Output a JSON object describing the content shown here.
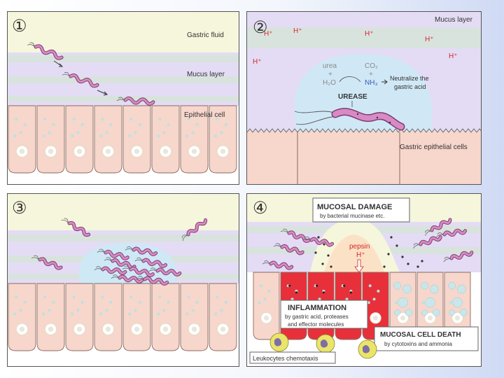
{
  "panel1": {
    "number": "①",
    "gastric_fluid": "Gastric fluid",
    "mucus_layer": "Mucus layer",
    "epithelial_cell": "Epithelial cell"
  },
  "panel2": {
    "number": "②",
    "mucus_layer": "Mucus layer",
    "h_ion": "H⁺",
    "urea": "urea",
    "plus1": "+",
    "h2o": "H₂O",
    "co2": "CO₂",
    "plus2": "+",
    "nh3": "NH₃",
    "neutralize_line1": "Neutralize the",
    "neutralize_line2": "gastric acid",
    "urease": "UREASE",
    "gastric_epithelial_cells": "Gastric epithelial cells"
  },
  "panel3": {
    "number": "③"
  },
  "panel4": {
    "number": "④",
    "mucosal_damage_title": "MUCOSAL DAMAGE",
    "mucosal_damage_sub": "by bacterial mucinase etc.",
    "pepsin": "pepsin",
    "h_ion": "H⁺",
    "inflammation_title": "INFLAMMATION",
    "inflammation_sub1": "by gastric acid, proteases",
    "inflammation_sub2": "and effector molecules",
    "cell_death_title": "MUCOSAL CELL DEATH",
    "cell_death_sub": "by cytotoxins and ammonia",
    "leukocytes": "Leukocytes chemotaxis"
  },
  "colors": {
    "fluid": "#f6f6dc",
    "mucus": "#e3dcf4",
    "mucus_band": "#d9e3de",
    "cell": "#f7d6cc",
    "cell_border": "#8a6a60",
    "nucleus": "#ffffff",
    "vesicle": "#b9e3df",
    "bacteria": "#d98ac6",
    "bacteria_outline": "#7a3f6c",
    "bubble": "#cfe8f6",
    "acid_red": "#d6232b",
    "inflamed": "#e8303a",
    "dead_cell": "#c9e7ea",
    "leukocyte": "#eae46a"
  }
}
